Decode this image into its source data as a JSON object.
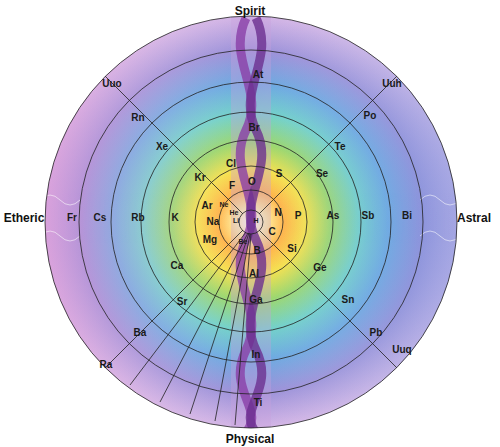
{
  "diagram": {
    "labels": [
      "Spirit",
      "Etheric",
      "Astral",
      "Physical",
      "At",
      "Uuo",
      "Uuh",
      "Po",
      "Rn",
      "Br",
      "Te",
      "Xe",
      "Se",
      "Kr",
      "Cl",
      "S",
      "Ar",
      "F",
      "O",
      "Ne",
      "N",
      "H",
      "He",
      "Li",
      "Na",
      "Be",
      "C",
      "P",
      "As",
      "Sb",
      "Bi",
      "Fr",
      "Cs",
      "Rb",
      "K",
      "Mg",
      "B",
      "Si",
      "Ca",
      "Al",
      "Ge",
      "Sr",
      "Ga",
      "Sn",
      "Ba",
      "Pb",
      "Uuq",
      "In",
      "Ra",
      "Ti"
    ]
  }
}
